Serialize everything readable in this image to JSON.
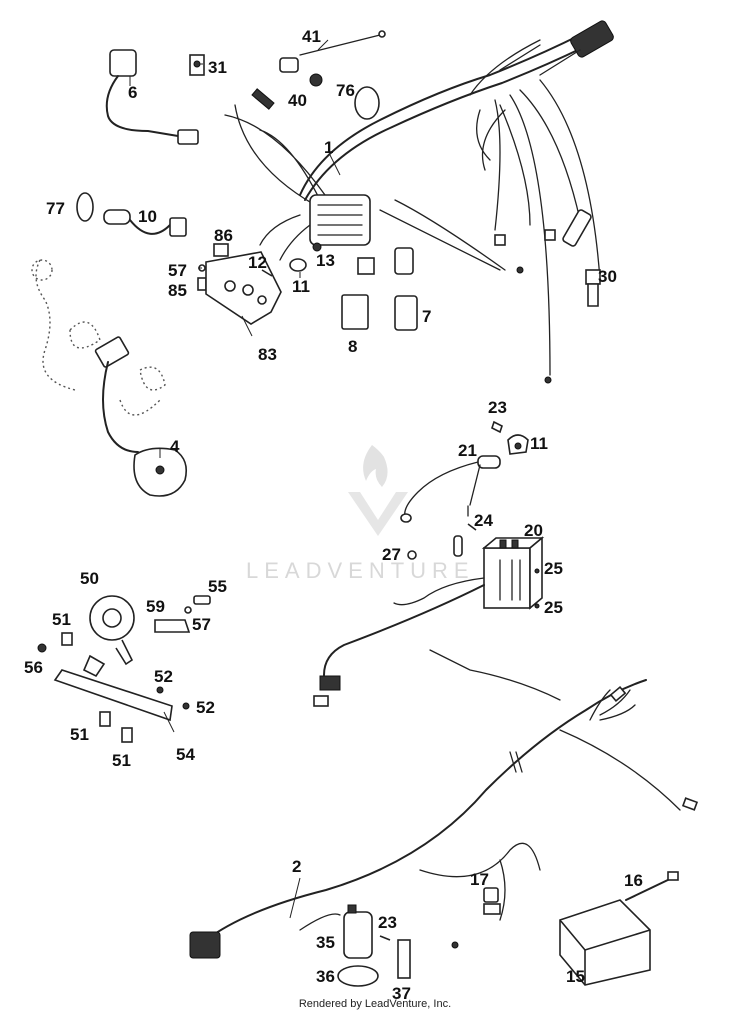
{
  "watermark": {
    "text": "LEADVENTURE",
    "logo": "leadventure-flame-logo"
  },
  "footer": {
    "text": "Rendered by LeadVenture, Inc."
  },
  "callouts": {
    "c1": "1",
    "c2": "2",
    "c4": "4",
    "c6": "6",
    "c7": "7",
    "c8": "8",
    "c10": "10",
    "c11a": "11",
    "c11b": "11",
    "c12": "12",
    "c13": "13",
    "c15": "15",
    "c16": "16",
    "c17": "17",
    "c20": "20",
    "c21": "21",
    "c23a": "23",
    "c23b": "23",
    "c24": "24",
    "c25a": "25",
    "c25b": "25",
    "c27": "27",
    "c30": "30",
    "c31": "31",
    "c35": "35",
    "c36": "36",
    "c37": "37",
    "c40": "40",
    "c41": "41",
    "c50": "50",
    "c51a": "51",
    "c51b": "51",
    "c51c": "51",
    "c52a": "52",
    "c52b": "52",
    "c54": "54",
    "c55": "55",
    "c56": "56",
    "c57a": "57",
    "c57b": "57",
    "c59": "59",
    "c76": "76",
    "c77": "77",
    "c83": "83",
    "c85": "85",
    "c86": "86"
  }
}
